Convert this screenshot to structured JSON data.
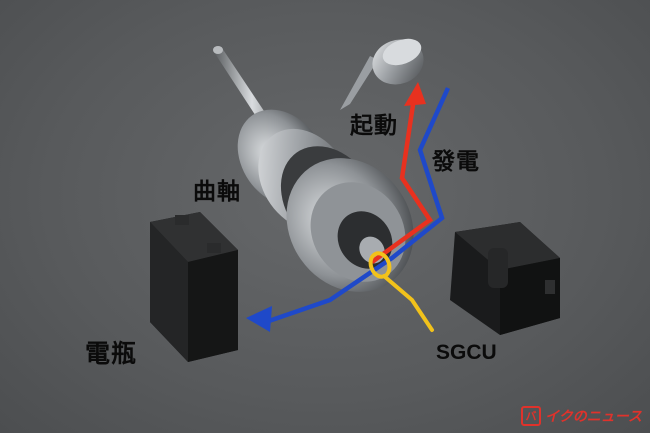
{
  "labels": {
    "start": "起動",
    "generate": "發電",
    "crankshaft": "曲軸",
    "battery": "電瓶",
    "sgcu": "SGCU"
  },
  "logo": {
    "mark": "バ",
    "text": "イクのニュース"
  },
  "colors": {
    "start_arrow": "#e8311f",
    "generate_arrow": "#1f49c9",
    "signal_line": "#f2c21b",
    "logo": "#e0322b"
  }
}
